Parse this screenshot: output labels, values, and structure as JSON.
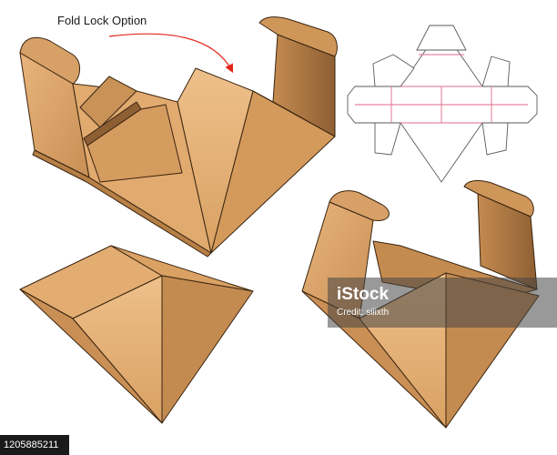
{
  "callout": {
    "text": "Fold Lock Option"
  },
  "watermark": {
    "logo_text": "iStock",
    "credit_prefix": "Credit:",
    "credit_name": "siiixth"
  },
  "stock_id": "1205885211",
  "colors": {
    "kraft_light": "#e3ad72",
    "kraft_mid": "#d39a5c",
    "kraft_dark": "#b67f45",
    "kraft_shadow": "#8e5f33",
    "outline": "#3a2410",
    "arrow": "#e0261c",
    "dieline_cut": "#5a5a5a",
    "dieline_fold": "#e06a8a"
  },
  "figures": [
    {
      "name": "open-box-view"
    },
    {
      "name": "dieline-template"
    },
    {
      "name": "closed-box-view"
    },
    {
      "name": "half-closed-box-view"
    }
  ]
}
